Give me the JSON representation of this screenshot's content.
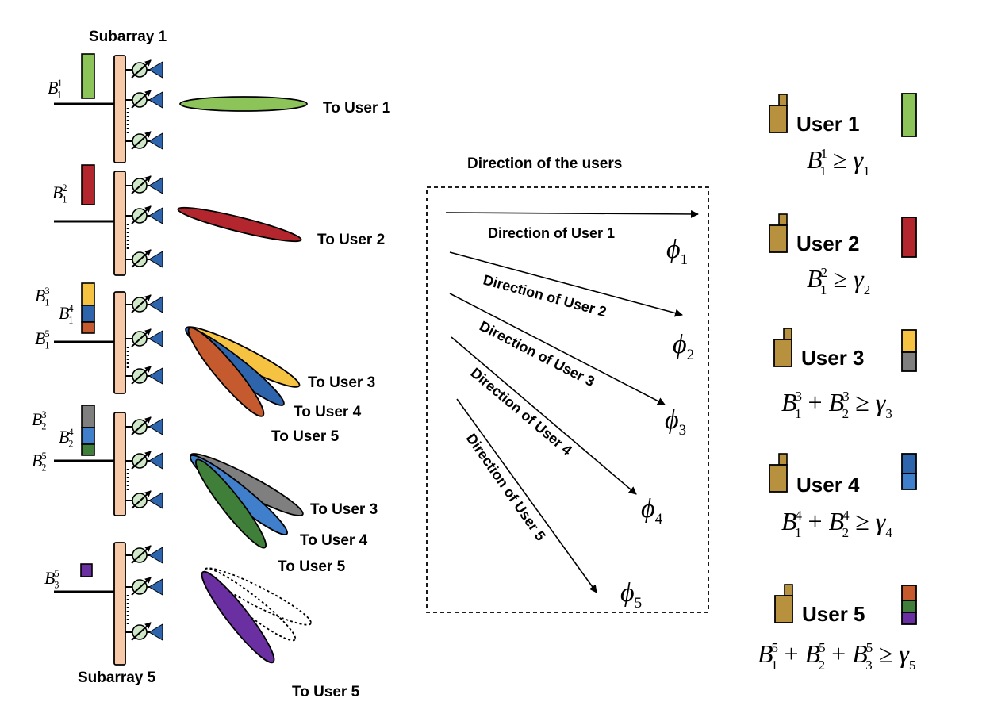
{
  "colors": {
    "green": "#8dc45a",
    "red": "#b3262d",
    "yellow": "#f5c242",
    "blue": "#2e64ac",
    "orange": "#c45a2e",
    "gray": "#7f7f7f",
    "lightblue": "#3f7fcb",
    "darkgreen": "#3f7f3a",
    "purple": "#6a2fa0",
    "panel": "#f7c9a8",
    "phase": "#cfe8c8",
    "antenna": "#2e64ac",
    "device": "#b8913f"
  },
  "labels": {
    "subarray_top": "Subarray 1",
    "subarray_bottom": "Subarray 5",
    "direction_title": "Direction of the users"
  },
  "beam_labels": {
    "sa1": "To User 1",
    "sa2": "To User 2",
    "sa3_u3": "To User 3",
    "sa3_u4": "To User 4",
    "sa3_u5": "To User 5",
    "sa4_u3": "To User 3",
    "sa4_u4": "To User 4",
    "sa4_u5": "To User 5",
    "sa5": "To User 5"
  },
  "directions": [
    {
      "label": "Direction of User 1",
      "phi_index": "1"
    },
    {
      "label": "Direction of User 2",
      "phi_index": "2"
    },
    {
      "label": "Direction of User 3",
      "phi_index": "3"
    },
    {
      "label": "Direction of User 4",
      "phi_index": "4"
    },
    {
      "label": "Direction of User 5",
      "phi_index": "5"
    }
  ],
  "block_symbols": {
    "sa1": [
      {
        "sup": "1",
        "sub": "1"
      }
    ],
    "sa2": [
      {
        "sup": "2",
        "sub": "1"
      }
    ],
    "sa3": [
      {
        "sup": "3",
        "sub": "1"
      },
      {
        "sup": "4",
        "sub": "1"
      },
      {
        "sup": "5",
        "sub": "1"
      }
    ],
    "sa4": [
      {
        "sup": "3",
        "sub": "2"
      },
      {
        "sup": "4",
        "sub": "2"
      },
      {
        "sup": "5",
        "sub": "2"
      }
    ],
    "sa5": [
      {
        "sup": "5",
        "sub": "3"
      }
    ]
  },
  "users": [
    {
      "name": "User 1",
      "terms": [
        {
          "sup": "1",
          "sub": "1"
        }
      ],
      "gamma": "1"
    },
    {
      "name": "User 2",
      "terms": [
        {
          "sup": "2",
          "sub": "1"
        }
      ],
      "gamma": "2"
    },
    {
      "name": "User 3",
      "terms": [
        {
          "sup": "3",
          "sub": "1"
        },
        {
          "sup": "3",
          "sub": "2"
        }
      ],
      "gamma": "3"
    },
    {
      "name": "User 4",
      "terms": [
        {
          "sup": "4",
          "sub": "1"
        },
        {
          "sup": "4",
          "sub": "2"
        }
      ],
      "gamma": "4"
    },
    {
      "name": "User 5",
      "terms": [
        {
          "sup": "5",
          "sub": "1"
        },
        {
          "sup": "5",
          "sub": "2"
        },
        {
          "sup": "5",
          "sub": "3"
        }
      ],
      "gamma": "5"
    }
  ],
  "symbols": {
    "B": "B",
    "phi": "ϕ",
    "gamma": "γ",
    "geq": "≥",
    "plus": "+"
  }
}
